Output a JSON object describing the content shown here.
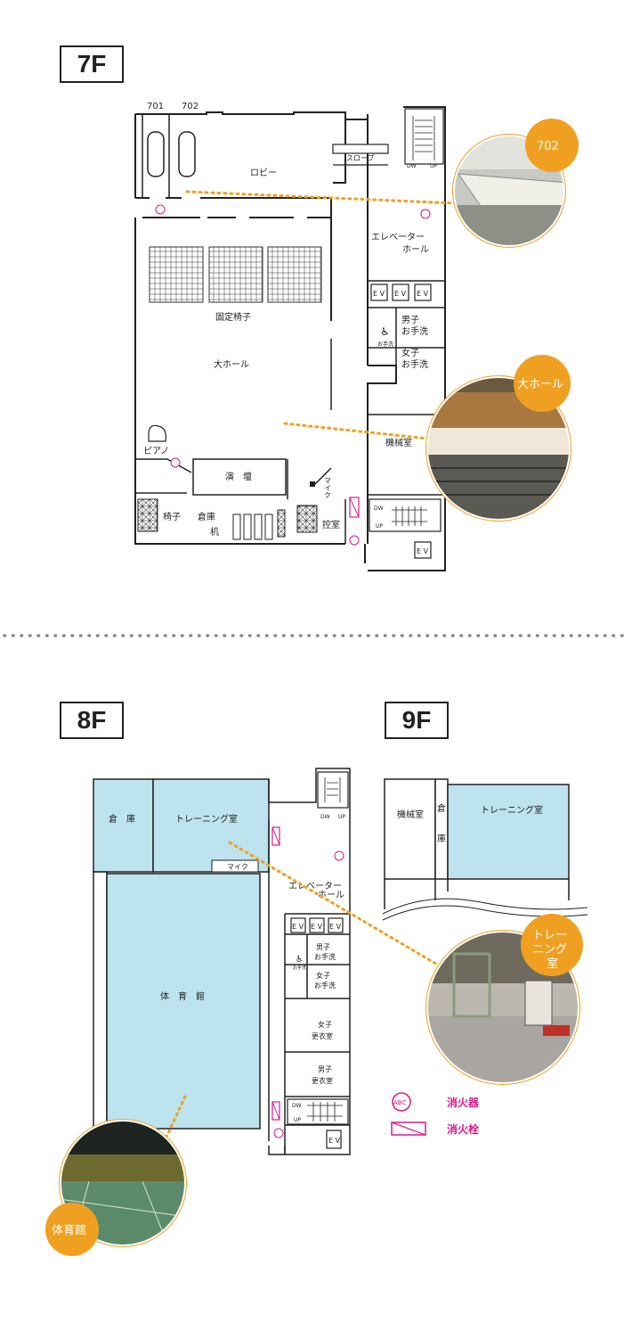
{
  "floors": {
    "f7": {
      "label": "7F"
    },
    "f8": {
      "label": "8F"
    },
    "f9": {
      "label": "9F"
    }
  },
  "f7_rooms": {
    "r701": "701",
    "r702": "702",
    "lobby": "ロビー",
    "slope": "スロープ",
    "elevator_hall_1": "エレベーター",
    "elevator_hall_2": "ホール",
    "ev": "E V",
    "mens_wc_1": "男子",
    "mens_wc_2": "お手洗",
    "womens_wc_1": "女子",
    "womens_wc_2": "お手洗",
    "fixed_seats": "固定椅子",
    "big_hall": "大ホール",
    "piano": "ピアノ",
    "stage": "演　壇",
    "mic": "マイク",
    "chairs": "椅子",
    "storage": "倉庫",
    "desk": "机",
    "waiting_room": "控室",
    "machine_room": "機械室",
    "dw": "DW",
    "up": "UP",
    "accessible_wc": "お手洗"
  },
  "f8_rooms": {
    "storage": "倉　庫",
    "training_room": "トレーニング室",
    "mic": "マイク",
    "gym": "体　育　館",
    "elevator_hall_1": "エレベーター",
    "elevator_hall_2": "ホール",
    "ev": "E V",
    "mens_wc_1": "男子",
    "mens_wc_2": "お手洗",
    "womens_wc_1": "女子",
    "womens_wc_2": "お手洗",
    "womens_locker_1": "女子",
    "womens_locker_2": "更衣室",
    "mens_locker_1": "男子",
    "mens_locker_2": "更衣室",
    "dw": "DW",
    "up": "UP",
    "accessible_wc": "お手洗"
  },
  "f9_rooms": {
    "machine_room": "機械室",
    "storage": "倉\n庫",
    "training_room": "トレーニング室"
  },
  "bubbles": {
    "b702": "702",
    "big_hall": "大ホール",
    "training_1": "トレー",
    "training_2": "ニング",
    "training_3": "室",
    "gym": "体育館"
  },
  "legend": {
    "extinguisher": "消火器",
    "hydrant": "消火栓",
    "abc": "ABC"
  },
  "colors": {
    "orange": "#f0a020",
    "light_blue": "#bde3ee",
    "magenta": "#d81b8a"
  }
}
